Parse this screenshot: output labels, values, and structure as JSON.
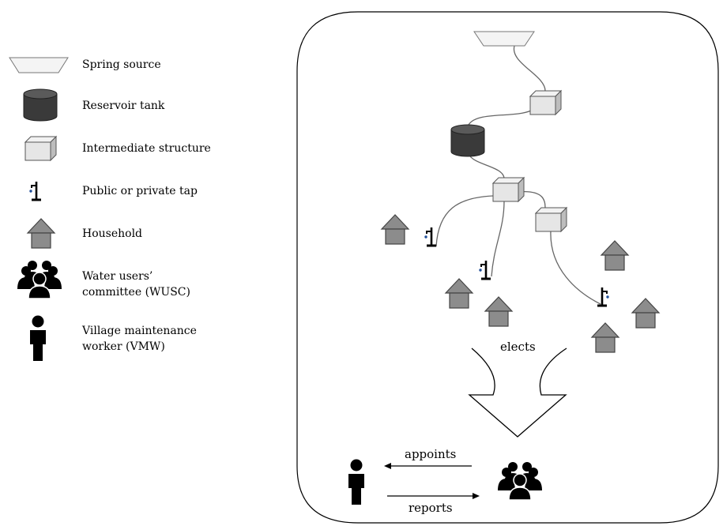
{
  "legend": {
    "items": [
      {
        "icon": "spring-source-icon",
        "label": "Spring source"
      },
      {
        "icon": "reservoir-tank-icon",
        "label": "Reservoir tank"
      },
      {
        "icon": "intermediate-structure-icon",
        "label": "Intermediate structure"
      },
      {
        "icon": "tap-icon",
        "label": "Public or private tap"
      },
      {
        "icon": "household-icon",
        "label": "Household"
      },
      {
        "icon": "committee-icon",
        "label_line1": "Water users’",
        "label_line2": "committee (WUSC)"
      },
      {
        "icon": "worker-icon",
        "label_line1": "Village maintenance",
        "label_line2": "worker (VMW)"
      }
    ]
  },
  "flow": {
    "elects": "elects",
    "appoints": "appoints",
    "reports": "reports"
  },
  "colors": {
    "house_fill": "#8c8c8c",
    "structure_fill": "#e6e6e6",
    "tank_fill": "#3a3a3a",
    "water_drop": "#1f4e99",
    "outline": "#333333"
  }
}
